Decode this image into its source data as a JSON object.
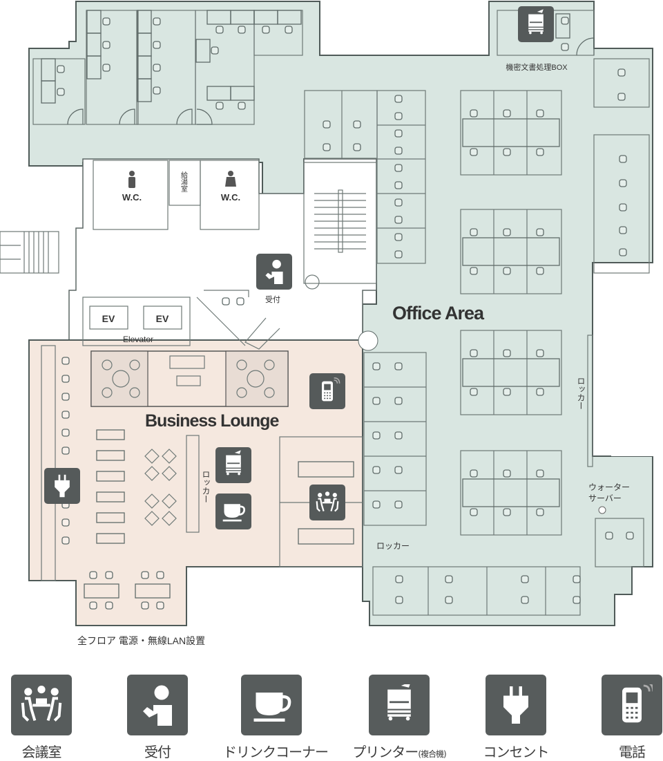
{
  "plan": {
    "areas": {
      "office_area": "Office Area",
      "business_lounge": "Business Lounge",
      "elevator": "Elevator",
      "ev1": "EV",
      "ev2": "EV",
      "wc_men": "W.C.",
      "wc_women": "W.C.",
      "kitchenette": "給湯室"
    },
    "labels": {
      "confidential_box": "機密文書処理BOX",
      "reception": "受付",
      "locker_right": "ロッカー",
      "locker_lounge": "ロッカー",
      "locker_bottom": "ロッカー",
      "water_server_line1": "ウォーター",
      "water_server_line2": "サーバー",
      "floor_note": "全フロア 電源・無線LAN設置"
    },
    "colors": {
      "office_fill": "#d9e6e1",
      "lounge_fill": "#f5e8df",
      "wall": "#4f5a58",
      "icon_bg": "#575c5c"
    }
  },
  "legend": {
    "items": [
      {
        "icon": "meeting-room-icon",
        "label": "会議室"
      },
      {
        "icon": "reception-icon",
        "label": "受付"
      },
      {
        "icon": "coffee-cup-icon",
        "label": "ドリンクコーナー"
      },
      {
        "icon": "printer-icon",
        "label": "プリンター",
        "sub": "(複合機)"
      },
      {
        "icon": "power-plug-icon",
        "label": "コンセント"
      },
      {
        "icon": "mobile-phone-icon",
        "label": "電話"
      }
    ]
  }
}
